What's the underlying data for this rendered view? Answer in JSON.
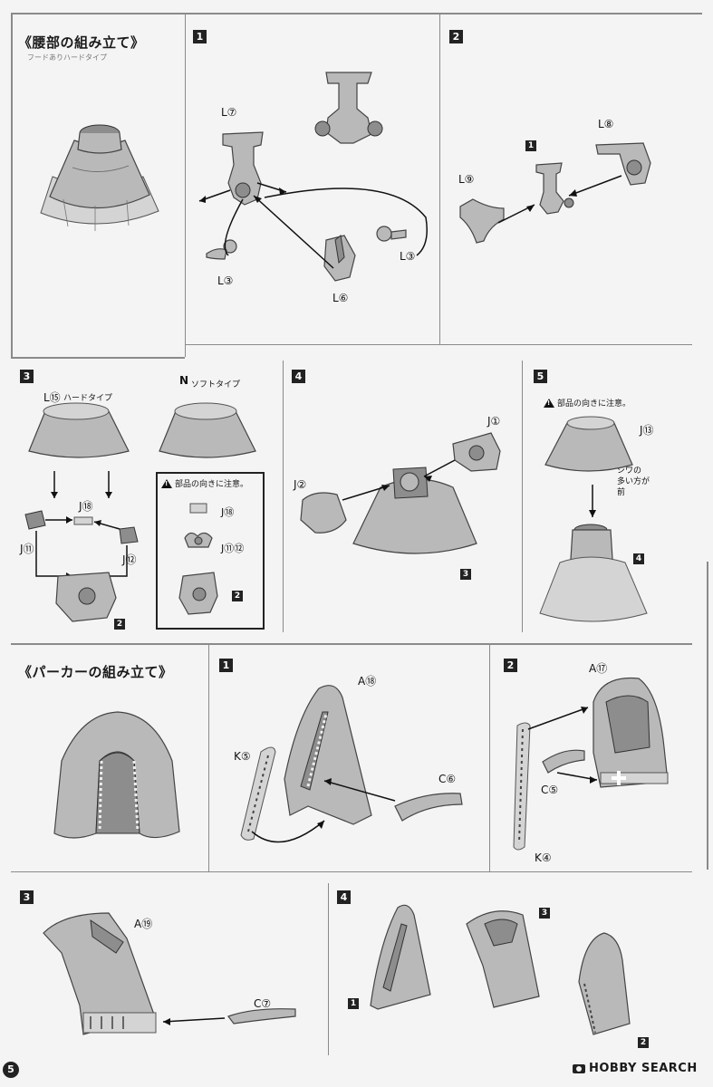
{
  "waist_section": {
    "title": "《腰部の組み立て》",
    "subtitle": "フードありハードタイプ",
    "step1": {
      "num": "1",
      "labels": [
        "L⑦",
        "L③",
        "L⑥",
        "L③"
      ]
    },
    "step2": {
      "num": "2",
      "labels": [
        "L⑧",
        "L⑨"
      ],
      "ref_num": "1"
    },
    "step3": {
      "num": "3",
      "hard_label": "L⑮",
      "hard_text": "ハードタイプ",
      "soft_label": "N",
      "soft_text": "ソフトタイプ",
      "labels": [
        "J⑱",
        "J⑪",
        "J⑫"
      ],
      "ref_num": "2",
      "note": {
        "warning": "部品の向きに注意。",
        "items": [
          "J⑱",
          "J⑪⑫"
        ],
        "ref_num": "2"
      }
    },
    "step4": {
      "num": "4",
      "labels": [
        "J①",
        "J②"
      ],
      "ref_num": "3"
    },
    "step5": {
      "num": "5",
      "warning": "部品の向きに注意。",
      "label": "J⑬",
      "wrinkle_note": [
        "シワの",
        "多い方が",
        "前"
      ],
      "ref_num": "4"
    }
  },
  "parka_section": {
    "title": "《パーカーの組み立て》",
    "step1": {
      "num": "1",
      "labels": [
        "A⑱",
        "K⑤",
        "C⑥"
      ]
    },
    "step2": {
      "num": "2",
      "labels": [
        "A⑰",
        "C⑤",
        "K④"
      ]
    },
    "step3": {
      "num": "3",
      "labels": [
        "A⑲",
        "C⑦"
      ]
    },
    "step4": {
      "num": "4",
      "refs": [
        "1",
        "3",
        "2"
      ]
    }
  },
  "footer": {
    "page_number": "5",
    "logo": "HOBBY SEARCH"
  }
}
